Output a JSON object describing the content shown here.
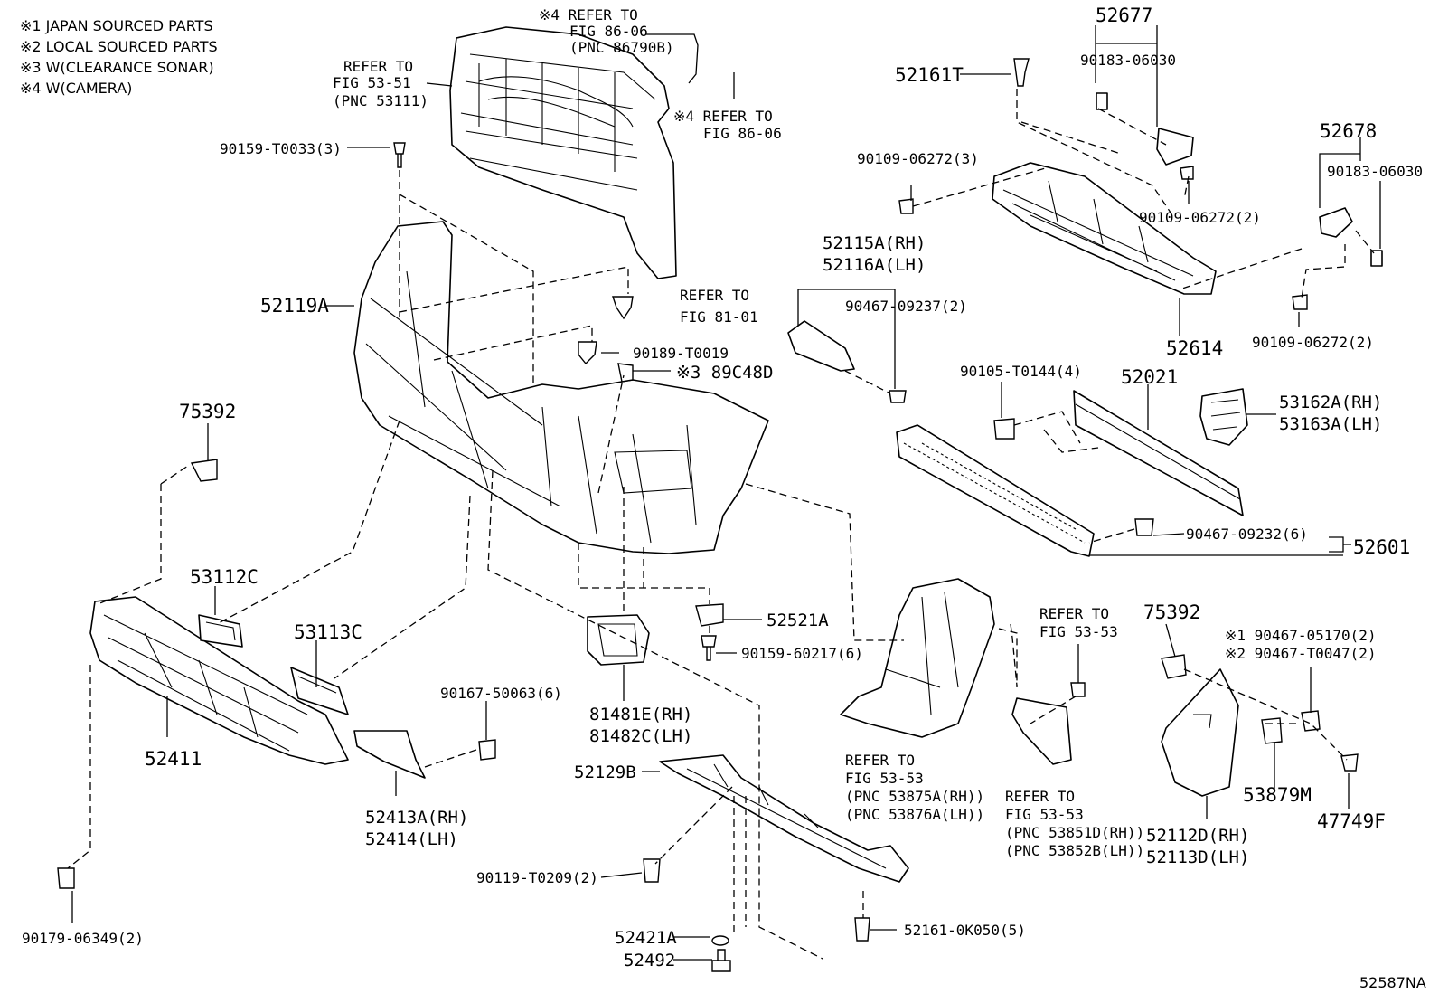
{
  "notes": [
    "※1 JAPAN SOURCED PARTS",
    "※2 LOCAL SOURCED PARTS",
    "※3 W(CLEARANCE SONAR)",
    "※4 W(CAMERA)"
  ],
  "labels": {
    "ref_86_06_a_1": "※4 REFER TO",
    "ref_86_06_a_2": "FIG 86-06",
    "ref_86_06_a_3": "(PNC 86790B)",
    "ref_53_51_1": "REFER TO",
    "ref_53_51_2": "FIG 53-51",
    "ref_53_51_3": "(PNC 53111)",
    "ref_86_06_b_1": "※4 REFER TO",
    "ref_86_06_b_2": "FIG 86-06",
    "p90159_t0033": "90159-T0033(3)",
    "p52119a": "52119A",
    "ref_81_01_1": "REFER TO",
    "ref_81_01_2": "FIG 81-01",
    "p90189_t0019": "90189-T0019",
    "p89c48d": "※3 89C48D",
    "p75392_a": "75392",
    "p53112c": "53112C",
    "p53113c": "53113C",
    "p52411": "52411",
    "p90167_50063": "90167-50063(6)",
    "p52413a": "52413A(RH)",
    "p52414": "52414(LH)",
    "p90179_06349": "90179-06349(2)",
    "p52521a": "52521A",
    "p90159_60217": "90159-60217(6)",
    "p81481e": "81481E(RH)",
    "p81482c": "81482C(LH)",
    "p52129b": "52129B",
    "p90119_t0209": "90119-T0209(2)",
    "p52421a": "52421A",
    "p52492": "52492",
    "p52161_0k050": "52161-0K050(5)",
    "p52161t": "52161T",
    "p52677": "52677",
    "p90183_06030_a": "90183-06030",
    "p90109_06272_a": "90109-06272(3)",
    "p90109_06272_b": "90109-06272(2)",
    "p52678": "52678",
    "p90183_06030_b": "90183-06030",
    "p90109_06272_c": "90109-06272(2)",
    "p52614": "52614",
    "p52115a": "52115A(RH)",
    "p52116a": "52116A(LH)",
    "p90467_09237": "90467-09237(2)",
    "p90105_t0144": "90105-T0144(4)",
    "p52021": "52021",
    "p53162a": "53162A(RH)",
    "p53163a": "53163A(LH)",
    "p90467_09232": "90467-09232(6)",
    "p52601": "52601",
    "ref_53_53_a_1": "REFER TO",
    "ref_53_53_a_2": "FIG 53-53",
    "p75392_b": "75392",
    "p90467_05170": "※1 90467-05170(2)",
    "p90467_t0047": "※2 90467-T0047(2)",
    "ref_53_53_b_1": "REFER TO",
    "ref_53_53_b_2": "FIG 53-53",
    "ref_53_53_b_3": "(PNC 53875A(RH))",
    "ref_53_53_b_4": "(PNC 53876A(LH))",
    "ref_53_53_c_1": "REFER TO",
    "ref_53_53_c_2": "FIG 53-53",
    "ref_53_53_c_3": "(PNC 53851D(RH))",
    "ref_53_53_c_4": "(PNC 53852B(LH))",
    "p53879m": "53879M",
    "p47749f": "47749F",
    "p52112d": "52112D(RH)",
    "p52113d": "52113D(LH)",
    "diagram_id": "52587NA"
  }
}
